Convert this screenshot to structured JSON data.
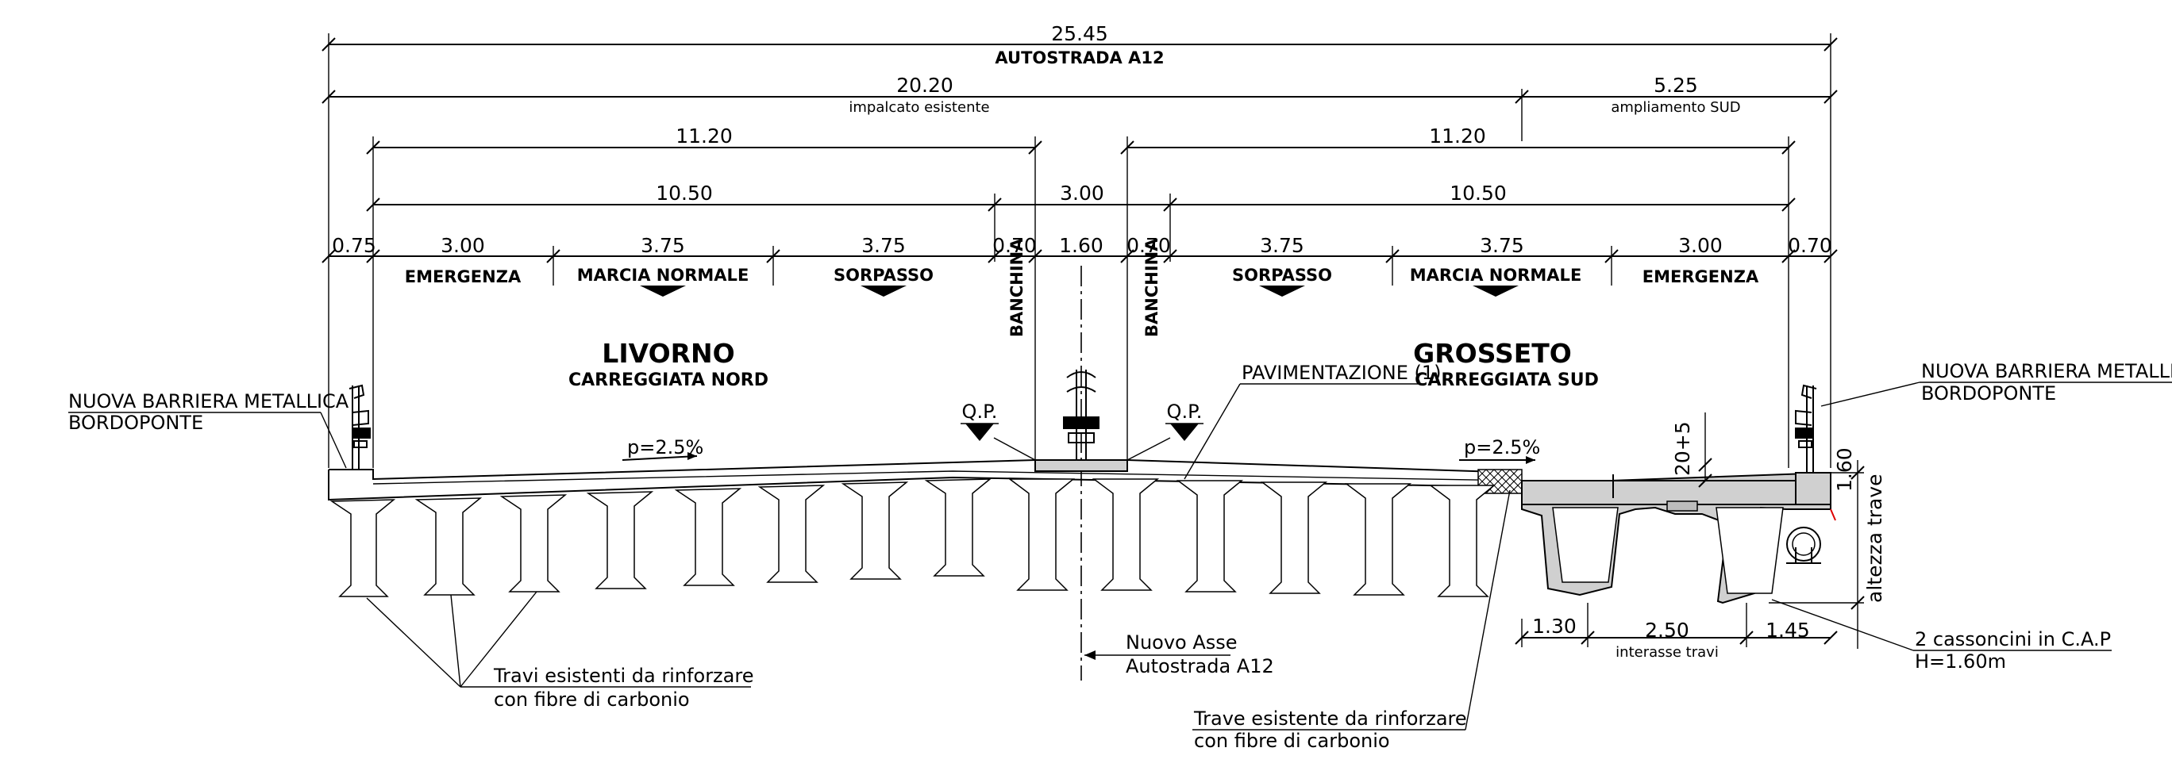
{
  "overall": {
    "value": "25.45",
    "label": "AUTOSTRADA A12"
  },
  "existing": {
    "value": "20.20",
    "label": "impalcato esistente"
  },
  "widening": {
    "value": "5.25",
    "label": "ampliamento SUD"
  },
  "north": {
    "width_total": "11.20",
    "width_lanes": "10.50",
    "city": "LIVORNO",
    "carriageway": "CARREGGIATA NORD",
    "lanes": [
      {
        "value": "0.75",
        "label": ""
      },
      {
        "value": "3.00",
        "label": "EMERGENZA"
      },
      {
        "value": "3.75",
        "label": "MARCIA NORMALE"
      },
      {
        "value": "3.75",
        "label": "SORPASSO"
      },
      {
        "value": "0.70",
        "label": "BANCHINA"
      }
    ],
    "slope": "p=2.5%"
  },
  "median": {
    "width": "3.00",
    "inner": "1.60",
    "qp_left": "Q.P.",
    "qp_right": "Q.P."
  },
  "south": {
    "width_total": "11.20",
    "width_lanes": "10.50",
    "city": "GROSSETO",
    "carriageway": "CARREGGIATA SUD",
    "lanes": [
      {
        "value": "0.70",
        "label": "BANCHINA"
      },
      {
        "value": "3.75",
        "label": "SORPASSO"
      },
      {
        "value": "3.75",
        "label": "MARCIA NORMALE"
      },
      {
        "value": "3.00",
        "label": "EMERGENZA"
      },
      {
        "value": "0.70",
        "label": ""
      }
    ],
    "slope": "p=2.5%"
  },
  "notes": {
    "barrier_left": [
      "NUOVA BARRIERA METALLICA",
      "BORDOPONTE"
    ],
    "barrier_right": [
      "NUOVA BARRIERA METALLICA",
      "BORDOPONTE"
    ],
    "pavement": "PAVIMENTAZIONE (1)",
    "pavement_thickness": "20+5",
    "height_value": "1.60",
    "height_label": "altezza trave",
    "beams_existing": [
      "Travi esistenti da rinforzare",
      "con fibre di carbonio"
    ],
    "beam_existing": [
      "Trave esistente da rinforzare",
      "con fibre di carbonio"
    ],
    "new_axis": [
      "Nuovo Asse",
      "Autostrada A12"
    ],
    "box_girders": [
      "2 cassoncini in C.A.P",
      "H=1.60m"
    ],
    "box_dims": {
      "left": "1.30",
      "mid": "2.50",
      "mid_label": "interasse travi",
      "right": "1.45"
    }
  }
}
